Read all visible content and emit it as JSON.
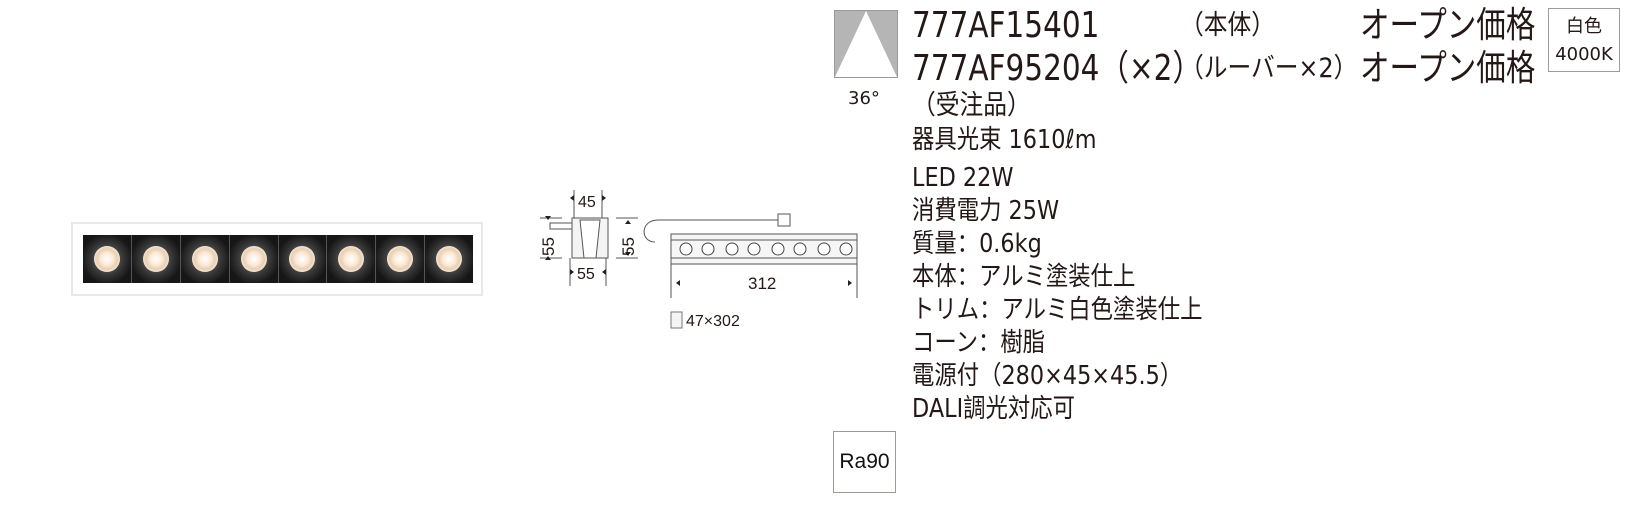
{
  "beam": {
    "angle_label": "36°"
  },
  "products": [
    {
      "code": "777AF15401",
      "note": "（本体）",
      "price": "オープン価格"
    },
    {
      "code": "777AF95204（×2）",
      "note": "（ルーバー×2）",
      "price": "オープン価格"
    }
  ],
  "order_note": "（受注品）",
  "color_badge": {
    "line1": "白色",
    "line2": "4000K"
  },
  "specs": [
    "器具光束 1610ℓm",
    "LED 22W",
    "消費電力 25W",
    "質量：0.6kg",
    "本体：アルミ塗装仕上",
    "トリム：アルミ白色塗装仕上",
    "コーン：樹脂",
    "電源付（280×45×45.5）",
    "DALI調光対応可"
  ],
  "drawing": {
    "width_top": "45",
    "height_left": "55",
    "width_bottom": "55",
    "height_mid": "55",
    "length": "312",
    "cutout": "47×302"
  },
  "ra_badge": "Ra90",
  "fixture": {
    "cell_count": 8
  }
}
